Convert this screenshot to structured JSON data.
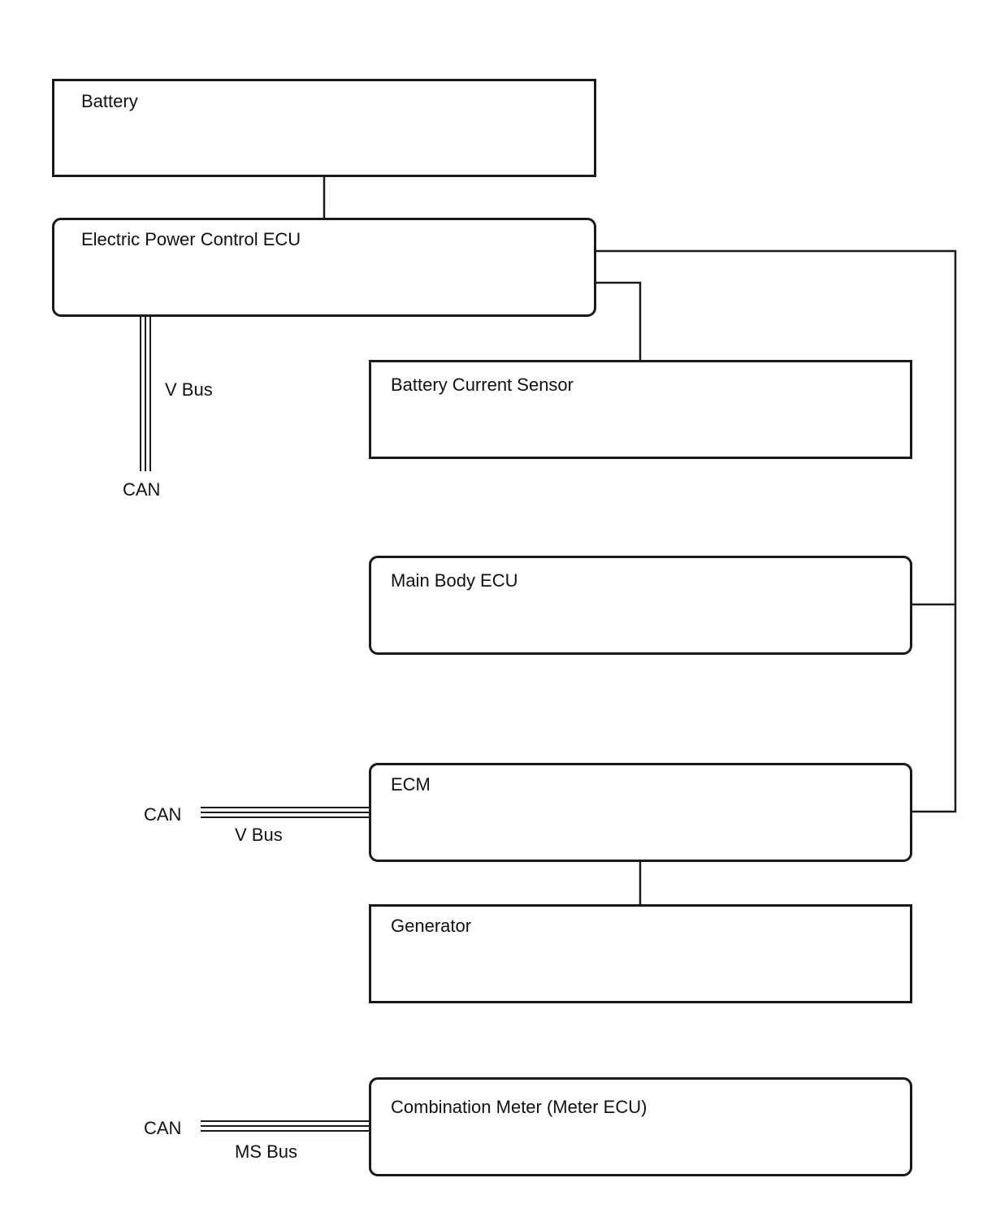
{
  "boxes": {
    "battery": "Battery",
    "epc_ecu": "Electric Power Control ECU",
    "battery_current_sensor": "Battery Current Sensor",
    "main_body_ecu": "Main Body ECU",
    "ecm": "ECM",
    "generator": "Generator",
    "combination_meter": "Combination Meter (Meter ECU)"
  },
  "bus_labels": {
    "epc_bus_name": "V Bus",
    "epc_bus_type": "CAN",
    "ecm_bus_type": "CAN",
    "ecm_bus_name": "V Bus",
    "meter_bus_type": "CAN",
    "meter_bus_name": "MS Bus"
  }
}
